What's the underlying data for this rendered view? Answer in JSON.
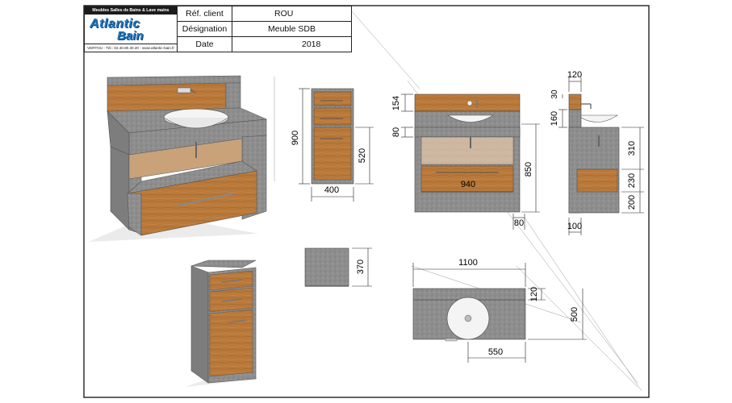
{
  "header": {
    "logo_tagline": "Meubles Salles de Bains & Lave mains",
    "logo_brand_line1": "Atlantic",
    "logo_brand_line2": "Bain",
    "logo_contact": "VERTOU - Tél.: 02.40.80.30.20 - www.atlantic-bain.fr",
    "rows": [
      {
        "label": "Réf. client",
        "value": "ROU"
      },
      {
        "label": "Désignation",
        "value": "Meuble SDB"
      },
      {
        "label": "Date",
        "value": "2018"
      }
    ]
  },
  "dimensions": {
    "side_height": "900",
    "side_lower_height": "520",
    "side_width": "400",
    "front_top_height": "154",
    "front_gap": "80",
    "front_total_height": "850",
    "front_inner_width": "940",
    "front_foot": "80",
    "right_top_width": "120",
    "right_top_30": "30",
    "right_160": "160",
    "right_310": "310",
    "right_230": "230",
    "right_200": "200",
    "right_foot": "100",
    "cabinet_top_height": "370",
    "plan_width": "1100",
    "plan_edge": "120",
    "plan_depth": "500",
    "plan_basin_offset": "550"
  },
  "colors": {
    "stone": "#8f8f8f",
    "wood": "#b9793a",
    "basin": "#f4f4f4",
    "line": "#222222",
    "border_blue": "#1f77c2"
  }
}
